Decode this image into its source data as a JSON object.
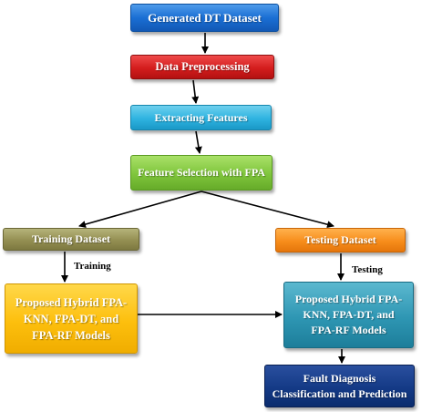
{
  "nodes": {
    "generated": "Generated DT Dataset",
    "preprocess": "Data Preprocessing",
    "extract": "Extracting Features",
    "feature_selection": "Feature Selection with FPA",
    "training_dataset": "Training Dataset",
    "testing_dataset": "Testing Dataset",
    "proposed_left": [
      "Proposed Hybrid FPA-",
      "KNN, FPA-DT, and",
      "FPA-RF Models"
    ],
    "proposed_right": [
      "Proposed Hybrid FPA-",
      "KNN, FPA-DT, and",
      "FPA-RF Models"
    ],
    "fault": [
      "Fault Diagnosis",
      "Classification and Prediction"
    ]
  },
  "edge_labels": {
    "training": "Training",
    "testing": "Testing"
  },
  "colors": {
    "generated": "#1a6fd4",
    "preprocess": "#d41d1d",
    "extract": "#2eb3e0",
    "feature_selection": "#7fc53c",
    "training_dataset": "#948f52",
    "testing_dataset": "#f78d1b",
    "proposed_left": "#fdbf0d",
    "proposed_right": "#2e96b3",
    "fault": "#143a86",
    "arrow": "#000000"
  }
}
